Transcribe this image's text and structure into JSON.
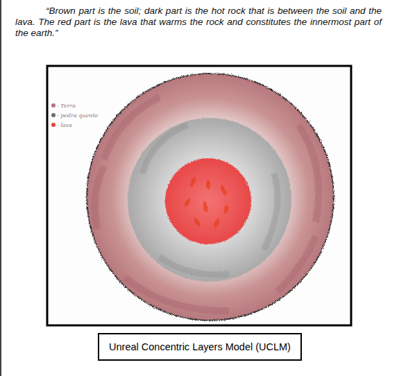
{
  "diagram": {
    "caption": "Unreal Concentric Layers Model (UCLM)",
    "labels": [
      "“Brown part is the soil; dark part is the hot rock that is between the soil and the lava. The red part is the lava that warms the rock and constitutes the innermost part of the earth.”"
    ],
    "legend": [
      {
        "text": "- Terra",
        "color": "#b8707c"
      },
      {
        "text": "- pedra quente",
        "color": "#6e6e6e"
      },
      {
        "text": "- lava",
        "color": "#e8403c"
      }
    ]
  }
}
